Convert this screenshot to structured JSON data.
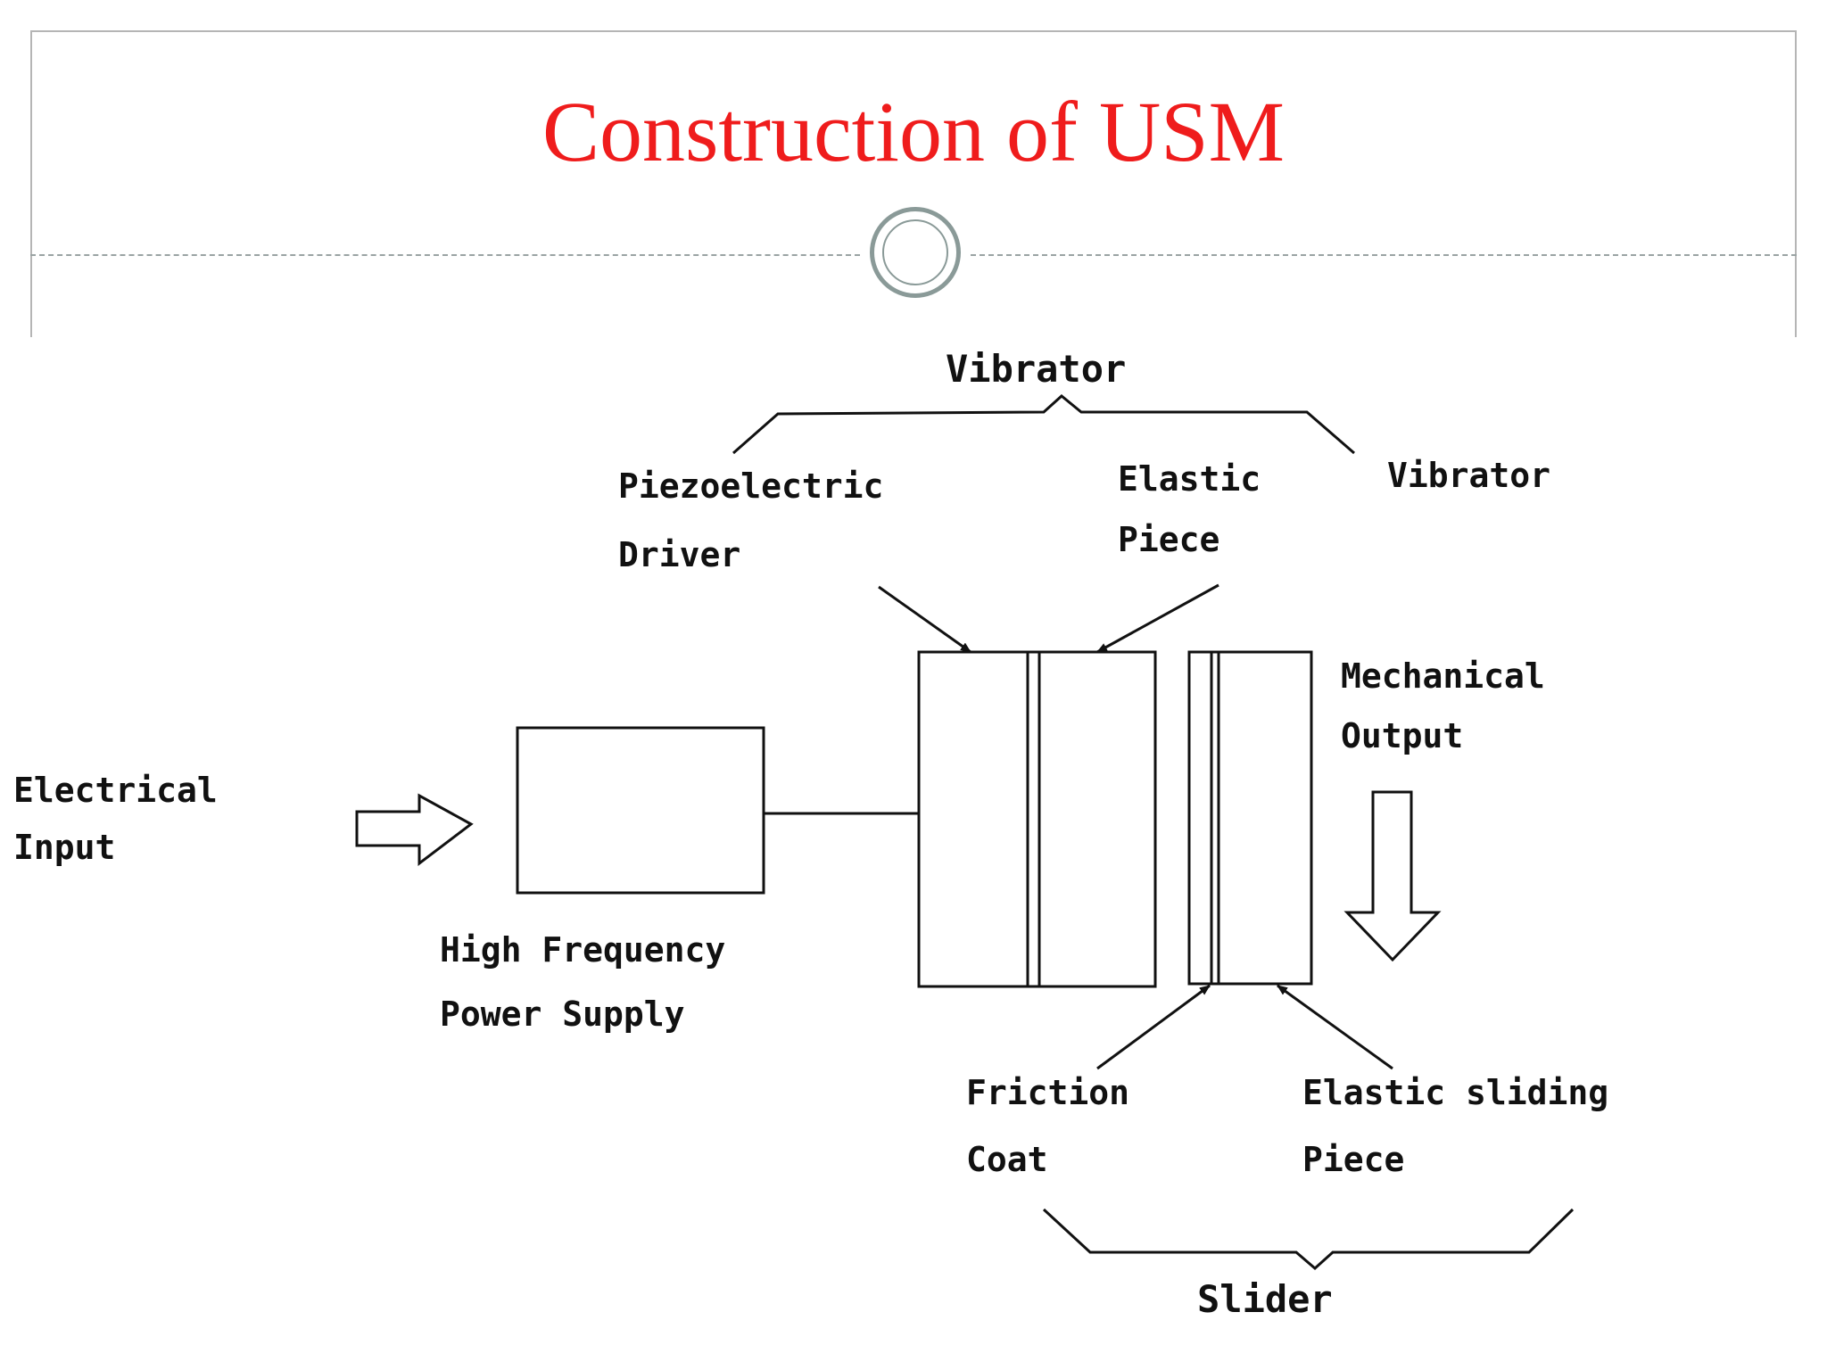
{
  "slide": {
    "title": "Construction of USM"
  },
  "diagram": {
    "vibrator_group": "Vibrator",
    "piezo_driver": [
      "Piezoelectric",
      "Driver"
    ],
    "elastic_piece": [
      "Elastic",
      "Piece"
    ],
    "vibrator_right": "Vibrator",
    "mechanical_output": [
      "Mechanical",
      "Output"
    ],
    "electrical_input": [
      "Electrical",
      "Input"
    ],
    "power_supply": [
      "High Frequency",
      "Power Supply"
    ],
    "friction_coat": [
      "Friction",
      "Coat"
    ],
    "elastic_sliding_piece": [
      "Elastic sliding",
      "Piece"
    ],
    "slider_group": "Slider"
  }
}
